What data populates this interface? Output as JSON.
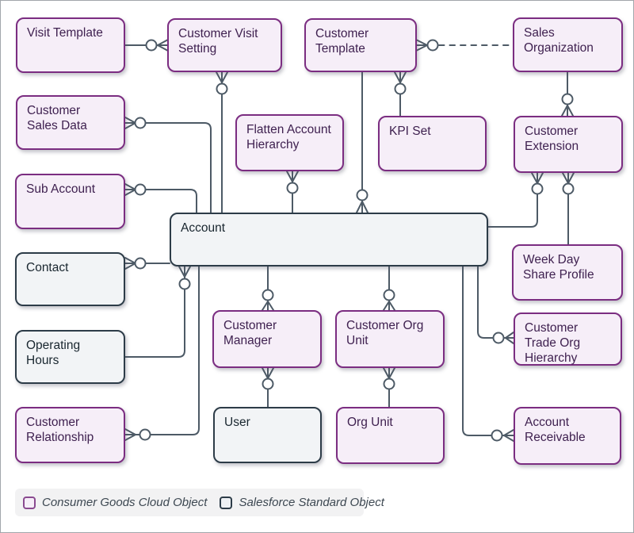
{
  "diagram": {
    "kind": "entity-relationship-diagram",
    "colors": {
      "cg_border": "#7b2d81",
      "cg_fill": "#f6eef8",
      "cg_text": "#3f2150",
      "std_border": "#2d3c48",
      "std_fill": "#f2f4f6",
      "std_text": "#19262f",
      "connector": "#4d5a66",
      "legend_bg": "#f2f2f3"
    },
    "entities": [
      {
        "id": "visit-template",
        "label": "Visit Template",
        "type": "consumer-goods-cloud"
      },
      {
        "id": "customer-visit-setting",
        "label": "Customer Visit Setting",
        "type": "consumer-goods-cloud"
      },
      {
        "id": "customer-template",
        "label": "Customer Template",
        "type": "consumer-goods-cloud"
      },
      {
        "id": "sales-organization",
        "label": "Sales Organization",
        "type": "consumer-goods-cloud"
      },
      {
        "id": "customer-sales-data",
        "label": "Customer Sales Data",
        "type": "consumer-goods-cloud"
      },
      {
        "id": "flatten-account-hierarchy",
        "label": "Flatten Account Hierarchy",
        "type": "consumer-goods-cloud"
      },
      {
        "id": "kpi-set",
        "label": "KPI Set",
        "type": "consumer-goods-cloud"
      },
      {
        "id": "customer-extension",
        "label": "Customer Extension",
        "type": "consumer-goods-cloud"
      },
      {
        "id": "sub-account",
        "label": "Sub Account",
        "type": "consumer-goods-cloud"
      },
      {
        "id": "account",
        "label": "Account",
        "type": "salesforce-standard"
      },
      {
        "id": "contact",
        "label": "Contact",
        "type": "salesforce-standard"
      },
      {
        "id": "week-day-share-profile",
        "label": "Week Day Share Profile",
        "type": "consumer-goods-cloud"
      },
      {
        "id": "operating-hours",
        "label": "Operating Hours",
        "type": "salesforce-standard"
      },
      {
        "id": "customer-manager",
        "label": "Customer Manager",
        "type": "consumer-goods-cloud"
      },
      {
        "id": "customer-org-unit",
        "label": "Customer Org Unit",
        "type": "consumer-goods-cloud"
      },
      {
        "id": "customer-trade-org-hierarchy",
        "label": "Customer Trade Org Hierarchy",
        "type": "consumer-goods-cloud"
      },
      {
        "id": "customer-relationship",
        "label": "Customer Relationship",
        "type": "consumer-goods-cloud"
      },
      {
        "id": "user",
        "label": "User",
        "type": "salesforce-standard"
      },
      {
        "id": "org-unit",
        "label": "Org Unit",
        "type": "consumer-goods-cloud"
      },
      {
        "id": "account-receivable",
        "label": "Account Receivable",
        "type": "consumer-goods-cloud"
      }
    ],
    "relationships": [
      {
        "one": "visit-template",
        "many": "customer-visit-setting",
        "cardinality": "zero-or-many",
        "line": "solid"
      },
      {
        "one": "account",
        "many": "customer-visit-setting",
        "cardinality": "zero-or-many",
        "line": "solid"
      },
      {
        "one": "sales-organization",
        "many": "customer-template",
        "cardinality": "zero-or-many",
        "line": "dashed"
      },
      {
        "one": "kpi-set",
        "many": "customer-template",
        "cardinality": "zero-or-many",
        "line": "solid"
      },
      {
        "one": "customer-template",
        "many": "account",
        "cardinality": "zero-or-many",
        "line": "solid"
      },
      {
        "one": "sales-organization",
        "many": "customer-extension",
        "cardinality": "zero-or-many",
        "line": "solid"
      },
      {
        "one": "account",
        "many": "customer-sales-data",
        "cardinality": "zero-or-many",
        "line": "solid"
      },
      {
        "one": "account",
        "many": "sub-account",
        "cardinality": "zero-or-many",
        "line": "solid"
      },
      {
        "one": "account",
        "many": "contact",
        "cardinality": "zero-or-many",
        "line": "solid"
      },
      {
        "one": "account",
        "many": "flatten-account-hierarchy",
        "cardinality": "zero-or-many",
        "line": "solid"
      },
      {
        "one": "account",
        "many": "customer-extension",
        "cardinality": "zero-or-many",
        "line": "solid"
      },
      {
        "one": "week-day-share-profile",
        "many": "customer-extension",
        "cardinality": "zero-or-many",
        "line": "solid"
      },
      {
        "one": "operating-hours",
        "many": "account",
        "cardinality": "zero-or-many",
        "line": "solid"
      },
      {
        "one": "account",
        "many": "customer-relationship",
        "cardinality": "zero-or-many",
        "line": "solid"
      },
      {
        "one": "account",
        "many": "customer-manager",
        "cardinality": "zero-or-many",
        "line": "solid"
      },
      {
        "one": "user",
        "many": "customer-manager",
        "cardinality": "zero-or-many",
        "line": "solid"
      },
      {
        "one": "account",
        "many": "customer-org-unit",
        "cardinality": "zero-or-many",
        "line": "solid"
      },
      {
        "one": "org-unit",
        "many": "customer-org-unit",
        "cardinality": "zero-or-many",
        "line": "solid"
      },
      {
        "one": "account",
        "many": "customer-trade-org-hierarchy",
        "cardinality": "zero-or-many",
        "line": "solid"
      },
      {
        "one": "account",
        "many": "account-receivable",
        "cardinality": "zero-or-many",
        "line": "solid"
      }
    ],
    "legend": {
      "items": [
        {
          "label": "Consumer Goods Cloud Object",
          "type": "consumer-goods-cloud"
        },
        {
          "label": "Salesforce Standard Object",
          "type": "salesforce-standard"
        }
      ]
    }
  }
}
